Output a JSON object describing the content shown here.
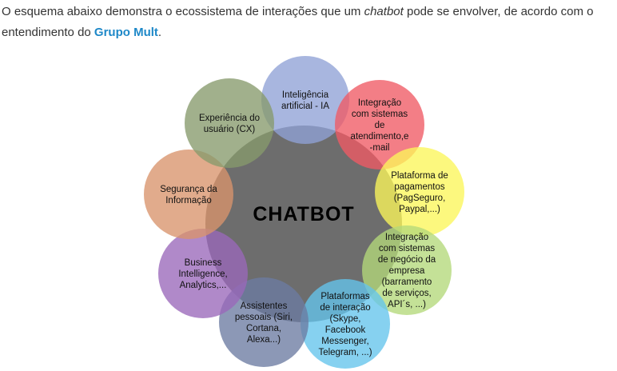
{
  "intro": {
    "part1": "O esquema abaixo demonstra o ecossistema de interações que um ",
    "em": "chatbot",
    "part2": " pode se envolver, de acordo com o entendimento do ",
    "link": "Grupo Mult",
    "end": "."
  },
  "diagram": {
    "hub": {
      "label": "CHATBOT",
      "color": "#6d6d6d"
    },
    "nodes": [
      {
        "id": "ia",
        "lines": [
          "Inteligência",
          "artificial - IA"
        ],
        "color": "#8fa2d6"
      },
      {
        "id": "integracao-atendimento",
        "lines": [
          "Integração",
          "com sistemas",
          "de",
          "atendimento,e",
          "-mail"
        ],
        "color": "#f05a64"
      },
      {
        "id": "pagamentos",
        "lines": [
          "Plataforma de",
          "pagamentos",
          "(PagSeguro,",
          "Paypal,...)"
        ],
        "color": "#fbf65a"
      },
      {
        "id": "integracao-negocio",
        "lines": [
          "Integração",
          "com sistemas",
          "de negócio da",
          "empresa",
          "(barramento",
          "de serviços,",
          "API´s, ...)"
        ],
        "color": "#b3d97a"
      },
      {
        "id": "plataformas-interacao",
        "lines": [
          "Plataformas",
          "de interação",
          "(Skype,",
          "Facebook",
          "Messenger,",
          "Telegram, ...)"
        ],
        "color": "#64c4ec"
      },
      {
        "id": "assistentes",
        "lines": [
          "Assistentes",
          "pessoais (Siri,",
          "Cortana,",
          "Alexa...)"
        ],
        "color": "#6c7ba2"
      },
      {
        "id": "bi",
        "lines": [
          "Business",
          "Intelligence,",
          "Analytics,..."
        ],
        "color": "#9a68ba"
      },
      {
        "id": "seguranca",
        "lines": [
          "Segurança da",
          "Informação"
        ],
        "color": "#d9936c"
      },
      {
        "id": "cx",
        "lines": [
          "Experiência do",
          "usuário (CX)"
        ],
        "color": "#869a6c"
      }
    ]
  }
}
